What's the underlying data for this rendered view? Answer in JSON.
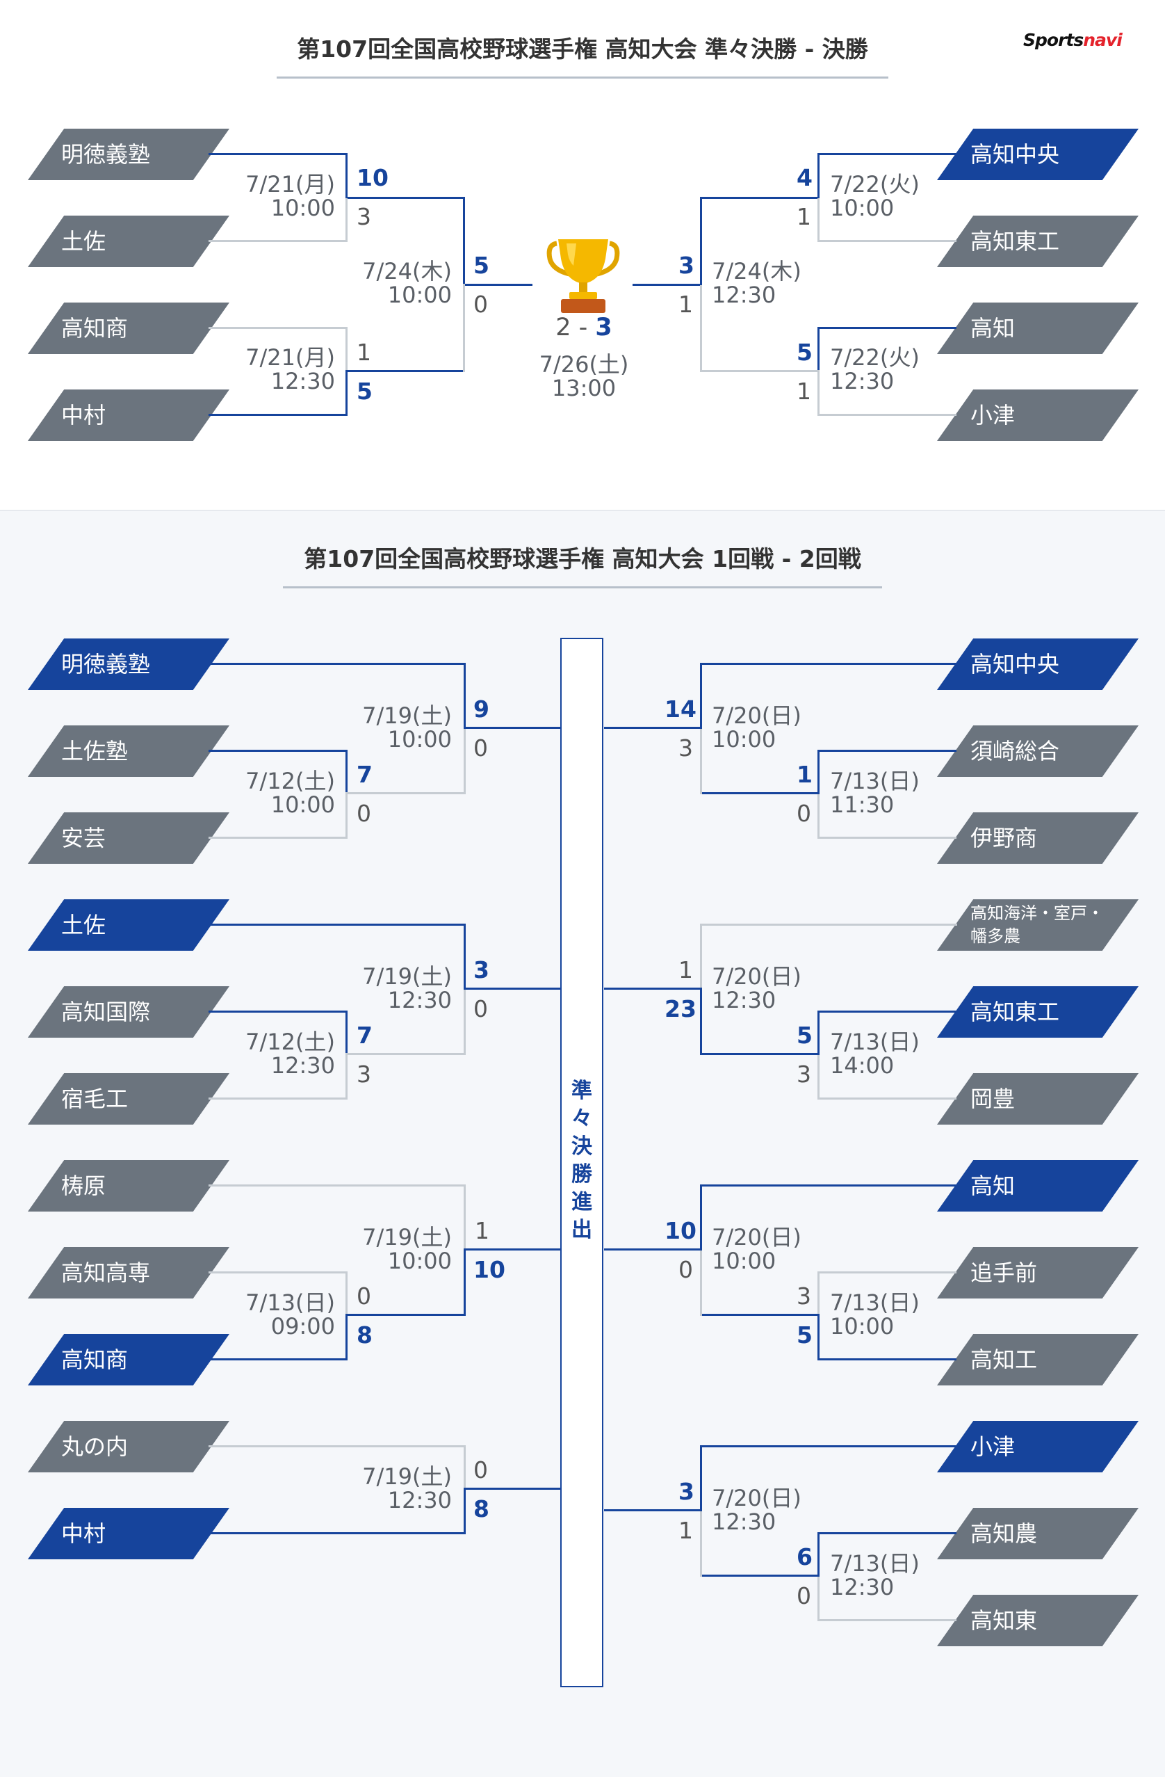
{
  "logo": {
    "part1": "Sports",
    "part2": "navi"
  },
  "top": {
    "title": "第107回全国高校野球選手権 高知大会 準々決勝 - 決勝",
    "left_teams": [
      "明徳義塾",
      "土佐",
      "高知商",
      "中村"
    ],
    "right_teams": [
      "高知中央",
      "高知東工",
      "高知",
      "小津"
    ],
    "games": {
      "qf1": {
        "date": "7/21(月)",
        "time": "10:00",
        "scores": [
          "10",
          "3"
        ]
      },
      "qf2": {
        "date": "7/21(月)",
        "time": "12:30",
        "scores": [
          "1",
          "5"
        ]
      },
      "qf3": {
        "date": "7/22(火)",
        "time": "10:00",
        "scores": [
          "4",
          "1"
        ]
      },
      "qf4": {
        "date": "7/22(火)",
        "time": "12:30",
        "scores": [
          "5",
          "1"
        ]
      },
      "sf1": {
        "date": "7/24(木)",
        "time": "10:00",
        "scores": [
          "5",
          "0"
        ]
      },
      "sf2": {
        "date": "7/24(木)",
        "time": "12:30",
        "scores": [
          "3",
          "1"
        ]
      },
      "final": {
        "score_left": "2",
        "sep": "-",
        "score_right": "3",
        "date": "7/26(土)",
        "time": "13:00"
      }
    }
  },
  "bottom": {
    "title": "第107回全国高校野球選手権 高知大会 1回戦 - 2回戦",
    "left_teams": [
      "明徳義塾",
      "土佐塾",
      "安芸",
      "土佐",
      "高知国際",
      "宿毛工",
      "梼原",
      "高知高専",
      "高知商",
      "丸の内",
      "中村"
    ],
    "right_teams": [
      "高知中央",
      "須崎総合",
      "伊野商",
      "高知海洋・室戸・",
      "幡多農",
      "高知東工",
      "岡豊",
      "高知",
      "追手前",
      "高知工",
      "小津",
      "高知農",
      "高知東"
    ],
    "center_label": [
      "準",
      "々",
      "決",
      "勝",
      "進",
      "出"
    ],
    "games": {
      "L1": {
        "date": "7/12(土)",
        "time": "10:00",
        "scores": [
          "7",
          "0"
        ]
      },
      "L2": {
        "date": "7/19(土)",
        "time": "10:00",
        "scores": [
          "9",
          "0"
        ]
      },
      "L3": {
        "date": "7/12(土)",
        "time": "12:30",
        "scores": [
          "7",
          "3"
        ]
      },
      "L4": {
        "date": "7/19(土)",
        "time": "12:30",
        "scores": [
          "3",
          "0"
        ]
      },
      "L5": {
        "date": "7/13(日)",
        "time": "09:00",
        "scores": [
          "0",
          "8"
        ]
      },
      "L6": {
        "date": "7/19(土)",
        "time": "10:00",
        "scores": [
          "1",
          "10"
        ]
      },
      "L7": {
        "date": "7/19(土)",
        "time": "12:30",
        "scores": [
          "0",
          "8"
        ]
      },
      "R1": {
        "date": "7/13(日)",
        "time": "11:30",
        "scores": [
          "1",
          "0"
        ]
      },
      "R2": {
        "date": "7/20(日)",
        "time": "10:00",
        "scores": [
          "14",
          "3"
        ]
      },
      "R3": {
        "date": "7/13(日)",
        "time": "14:00",
        "scores": [
          "5",
          "3"
        ]
      },
      "R4": {
        "date": "7/20(日)",
        "time": "12:30",
        "scores": [
          "1",
          "23"
        ]
      },
      "R5": {
        "date": "7/13(日)",
        "time": "10:00",
        "scores": [
          "3",
          "5"
        ]
      },
      "R6": {
        "date": "7/20(日)",
        "time": "10:00",
        "scores": [
          "10",
          "0"
        ]
      },
      "R7": {
        "date": "7/13(日)",
        "time": "12:30",
        "scores": [
          "6",
          "0"
        ]
      },
      "R8": {
        "date": "7/20(日)",
        "time": "12:30",
        "scores": [
          "3",
          "1"
        ]
      }
    }
  },
  "colors": {
    "winner": "#16449c",
    "loser": "#6b747e",
    "line_grey": "#c6ccd2"
  }
}
